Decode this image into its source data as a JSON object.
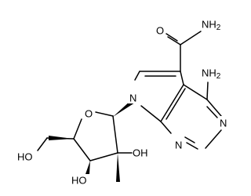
{
  "atoms": {
    "n_pyrrole": "N",
    "n3": "N",
    "n1": "N",
    "amino": "NH2",
    "amide_o": "O",
    "amide_n": "NH2",
    "ring_o": "O",
    "oh_2": "OH",
    "oh_3": "HO",
    "oh_5": "HO"
  },
  "colors": {
    "ink": "#000000",
    "background": "#ffffff"
  }
}
